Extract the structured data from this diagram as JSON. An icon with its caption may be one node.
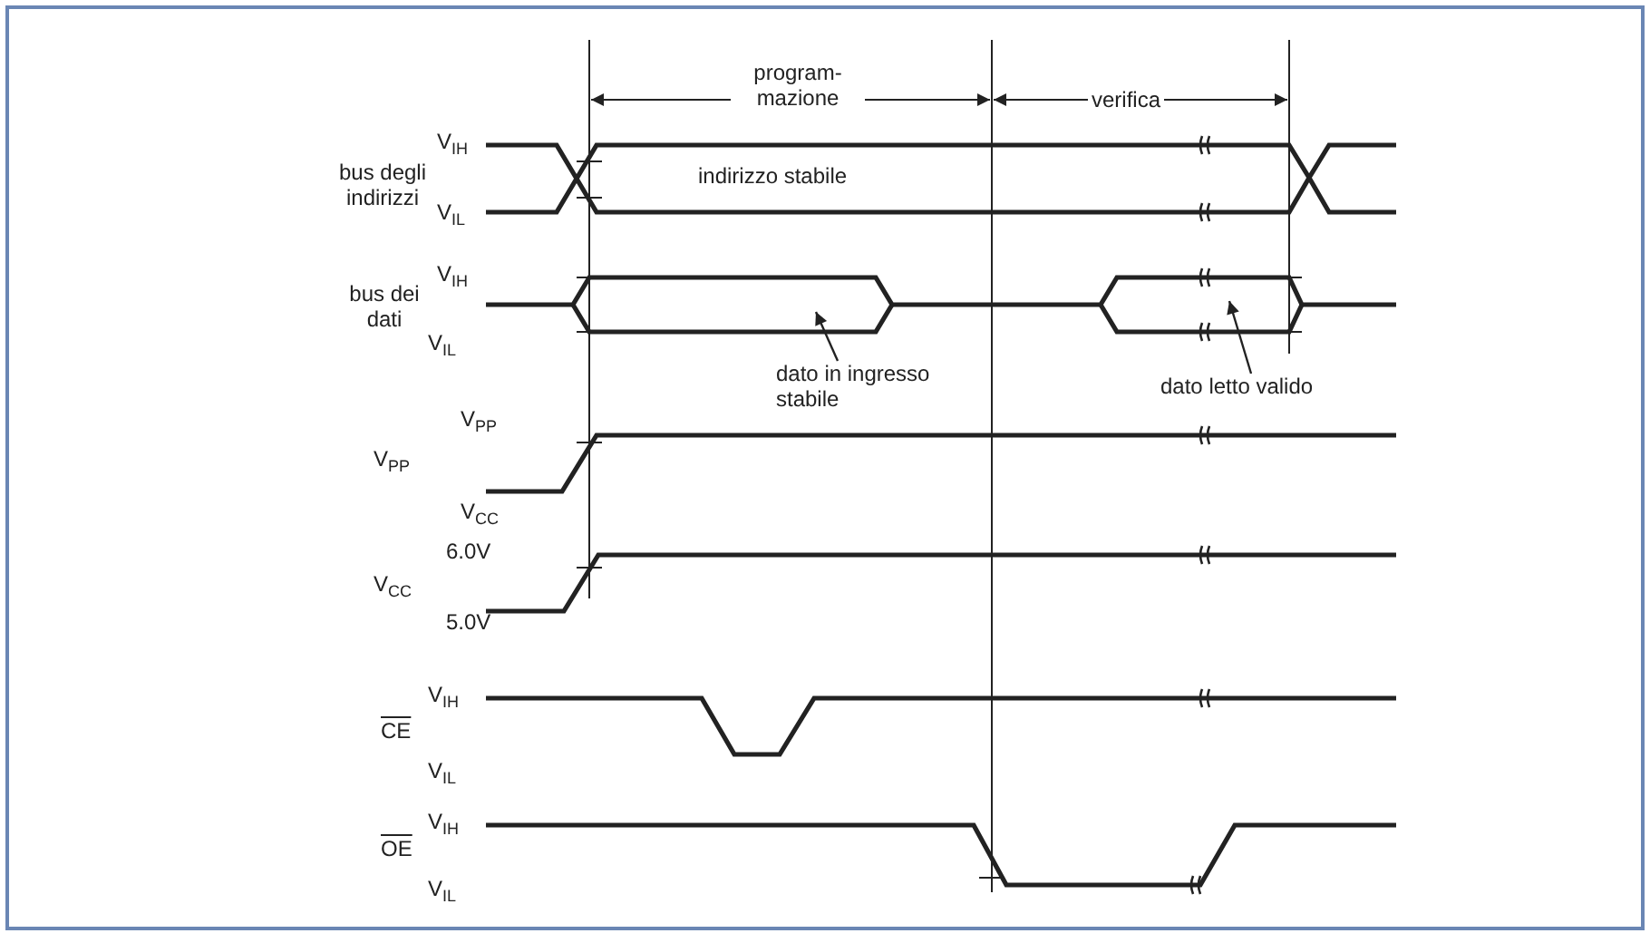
{
  "diagram": {
    "nodes": [
      {
        "text": [
          "dato in ingresso stabile"
        ]
      },
      {
        "text": [
          "dato letto valido"
        ]
      }
    ],
    "edges": [
      {
        "from": 0,
        "to": null,
        "arrow": "to"
      },
      {
        "from": 1,
        "to": null,
        "arrow": "to"
      }
    ],
    "labels": [
      "program-mazione",
      "verifica",
      "V$_{IH}$",
      "bus degli indirizzi",
      "indirizzo stabile",
      "V$_{IL}$",
      "V$_{IH}$",
      "bus dei dati",
      "V$_{IL}$",
      "V$_{PP}$",
      "V$_{PP}$",
      "V$_{CC}$",
      "6.0V",
      "V$_{CC}$",
      "5.0V",
      "V$_{IH}$",
      "CE",
      "V$_{IL}$",
      "V$_{IH}$",
      "OE",
      "V$_{IL}$"
    ]
  }
}
